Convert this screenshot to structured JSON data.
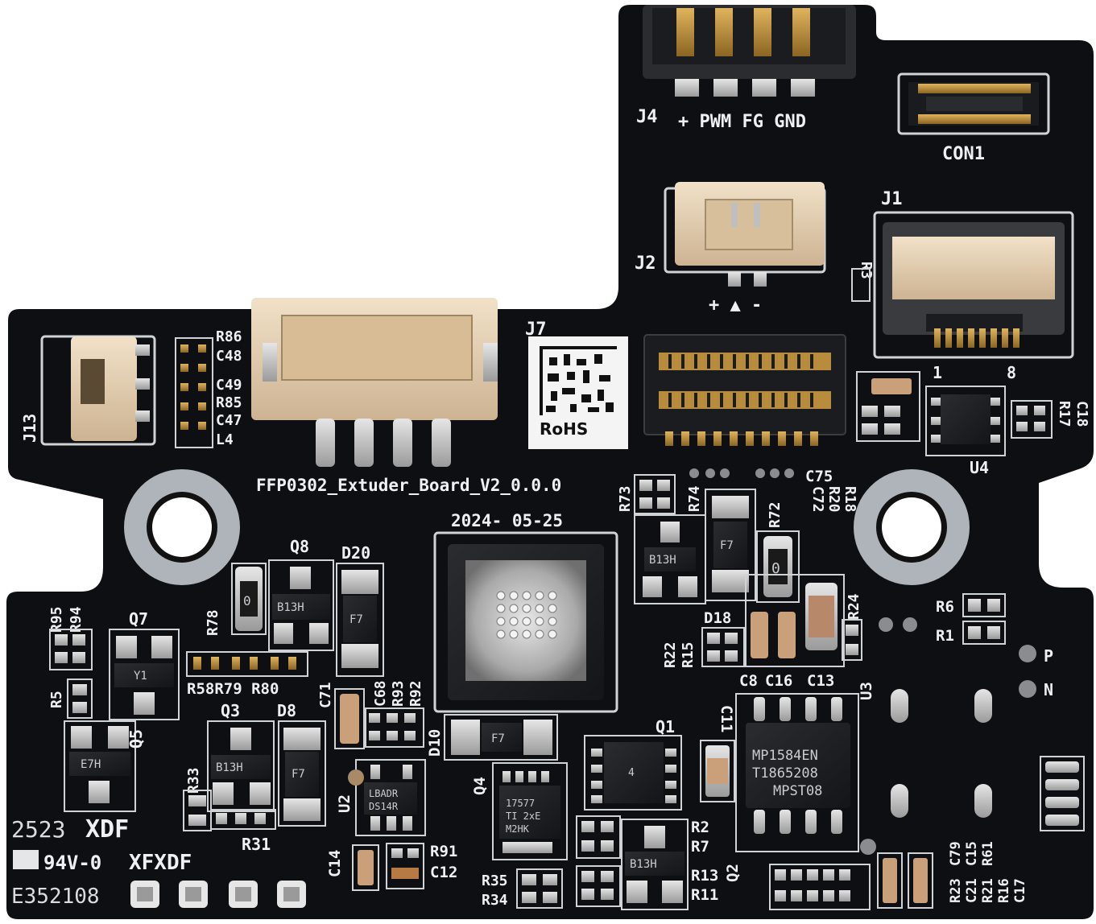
{
  "board": {
    "colors": {
      "solder_mask": "#0d0f12",
      "silkscreen": "#eef0f2",
      "pad_gold": "#b98b3c",
      "pad_silver": "#c8c8c8",
      "connector_beige": "#e8d3b4",
      "mounting_ring": "#aeb4ba"
    },
    "silkscreen": {
      "j4": "J4",
      "j4_pins": "+ PWM  FG GND",
      "con1": "CON1",
      "j1": "J1",
      "j2": "J2",
      "j2_pins": "+  ▲  -",
      "j7": "J7",
      "j13": "J13",
      "r3": "R3",
      "j1_pin1": "1",
      "j1_pin8": "8",
      "r17": "R17",
      "c18": "C18",
      "u4": "U4",
      "c75": "C75",
      "r18": "R18",
      "r20": "R20",
      "c72": "C72",
      "r72": "R72",
      "r73": "R73",
      "r74": "R74",
      "board_name": "FFP0302_Extuder_Board_V2_0.0.0",
      "date": "2024- 05-25",
      "r86": "R86",
      "c48": "C48",
      "c49": "C49",
      "r85": "R85",
      "c47": "C47",
      "l4": "L4",
      "q8": "Q8",
      "d20": "D20",
      "r78": "R78",
      "r95": "R95",
      "r94": "R94",
      "q7": "Q7",
      "r5": "R5",
      "q5": "Q5",
      "r58_r79_r80": "R58R79 R80",
      "c71": "C71",
      "c68": "C68",
      "r93": "R93",
      "r92": "R92",
      "q3": "Q3",
      "d8": "D8",
      "r33": "R33",
      "r31": "R31",
      "u2": "U2",
      "d10": "D10",
      "q4": "Q4",
      "q1": "Q1",
      "c11": "C11",
      "c14": "C14",
      "r91": "R91",
      "c12": "C12",
      "r35": "R35",
      "r34": "R34",
      "r2": "R2",
      "r7": "R7",
      "r13": "R13",
      "r11": "R11",
      "q2": "Q2",
      "r22": "R22",
      "r15": "R15",
      "d18": "D18",
      "c8": "C8",
      "c16": "C16",
      "c13": "C13",
      "r24": "R24",
      "r6": "R6",
      "r1": "R1",
      "u3": "U3",
      "p": "P",
      "n": "N",
      "r23": "R23",
      "c21": "C21",
      "c79": "C79",
      "c15": "C15",
      "r21": "R21",
      "r61": "R61",
      "r16": "R16",
      "c17": "C17",
      "code_2523": "2523",
      "xdf": "XDF",
      "ul": "94V-0",
      "xfxdf": "XFXDF",
      "lot": "E352108"
    },
    "rohs_label": {
      "text": "RoHS"
    },
    "chips": {
      "u3_line1": "MP1584EN",
      "u3_line2": "T1865208",
      "u3_line3": "MPST08",
      "q4_line1": "17577",
      "q4_line2": "TI  2xE",
      "q4_line3": "M2HK",
      "u2_line1": "LBADR",
      "u2_line2": "DS14R",
      "transistor_marking": "B13H",
      "d10_marking": "F7",
      "diode_marking": "F7",
      "q7_marking": "Y1",
      "q5_marking": "E7H",
      "q1_marking": "4"
    }
  }
}
